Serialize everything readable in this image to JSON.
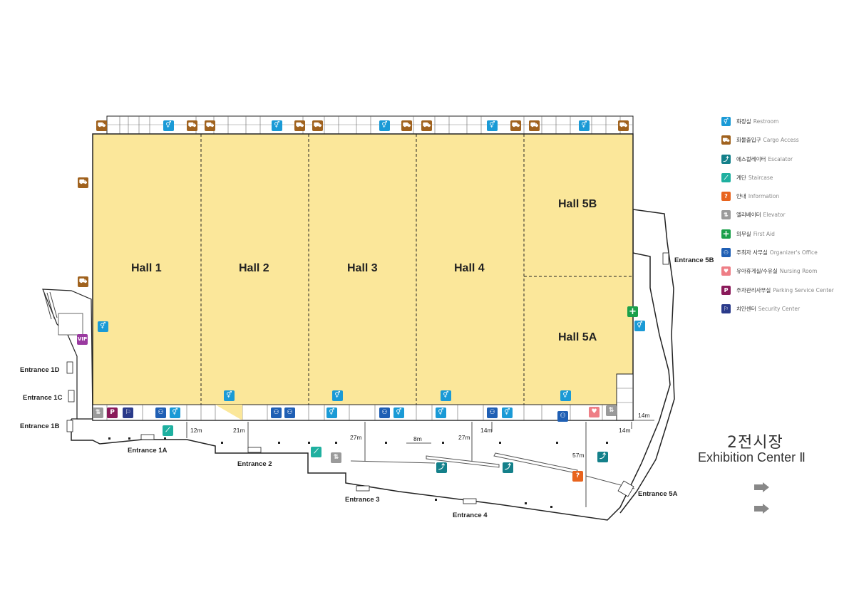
{
  "title": {
    "korean": "2전시장",
    "english": "Exhibition Center Ⅱ"
  },
  "halls": [
    {
      "id": "hall1",
      "label": "Hall 1"
    },
    {
      "id": "hall2",
      "label": "Hall 2"
    },
    {
      "id": "hall3",
      "label": "Hall 3"
    },
    {
      "id": "hall4",
      "label": "Hall 4"
    },
    {
      "id": "hall5b",
      "label": "Hall 5B"
    },
    {
      "id": "hall5a",
      "label": "Hall 5A"
    }
  ],
  "entrances": {
    "e1d": "Entrance 1D",
    "e1c": "Entrance 1C",
    "e1b": "Entrance 1B",
    "e1a": "Entrance 1A",
    "e2": "Entrance 2",
    "e3": "Entrance 3",
    "e4": "Entrance 4",
    "e5a": "Entrance 5A",
    "e5b": "Entrance 5B"
  },
  "dimensions": {
    "d12": "12m",
    "d21": "21m",
    "d27a": "27m",
    "d8": "8m",
    "d27b": "27m",
    "d14a": "14m",
    "d57": "57m",
    "d14b": "14m",
    "d14c": "14m"
  },
  "legend": [
    {
      "icon": "restroom-icon",
      "glyph": "🚻",
      "color": "#1a9ad6",
      "ko": "화장실",
      "en": "Restroom"
    },
    {
      "icon": "cargo-access-icon",
      "glyph": "⛟",
      "color": "#a0621e",
      "ko": "화물출입구",
      "en": "Cargo Access"
    },
    {
      "icon": "escalator-icon",
      "glyph": "⤴",
      "color": "#14808a",
      "ko": "에스컬레이터",
      "en": "Escalator"
    },
    {
      "icon": "staircase-icon",
      "glyph": "⟋",
      "color": "#1fb0a0",
      "ko": "계단",
      "en": "Staircase"
    },
    {
      "icon": "information-icon",
      "glyph": "?",
      "color": "#e8641e",
      "ko": "안내",
      "en": "Information"
    },
    {
      "icon": "elevator-icon",
      "glyph": "⇅",
      "color": "#9a9a9a",
      "ko": "엘리베이터",
      "en": "Elevator"
    },
    {
      "icon": "first-aid-icon",
      "glyph": "+",
      "color": "#1aa04a",
      "ko": "의무실",
      "en": "First Aid"
    },
    {
      "icon": "organizer-office-icon",
      "glyph": "⚇",
      "color": "#1f5fb4",
      "ko": "주최자 사무실",
      "en": "Organizer's Office"
    },
    {
      "icon": "nursing-room-icon",
      "glyph": "♥",
      "color": "#ee7e86",
      "ko": "유아휴게실/수유실",
      "en": "Nursing Room"
    },
    {
      "icon": "parking-service-icon",
      "glyph": "P",
      "color": "#8a1a5a",
      "ko": "주차관리사무실",
      "en": "Parking Service Center"
    },
    {
      "icon": "security-center-icon",
      "glyph": "⚐",
      "color": "#2a3a8a",
      "ko": "치안센터",
      "en": "Security Center"
    }
  ],
  "vip_label": "VIP",
  "colors": {
    "hall_fill": "#fbe79a",
    "wall": "#222222",
    "restroom": "#1a9ad6",
    "cargo": "#a0621e",
    "escalator": "#14808a",
    "staircase": "#1fb0a0",
    "information": "#e8641e",
    "elevator": "#9a9a9a",
    "first_aid": "#1aa04a",
    "organizer": "#1f5fb4",
    "nursing": "#ee7e86",
    "parking": "#8a1a5a",
    "security": "#2a3a8a",
    "vip": "#9a3aa0",
    "arrow": "#888888"
  }
}
